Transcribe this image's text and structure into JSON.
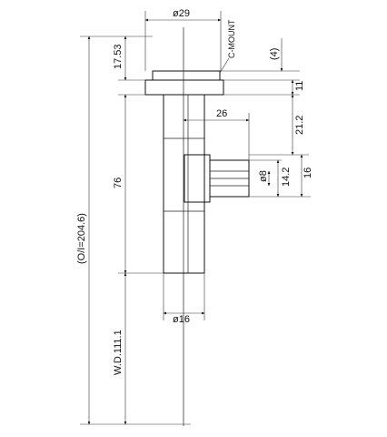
{
  "drawing": {
    "dimensions": {
      "flange_diameter": "ø29",
      "flange_thread_height": "17.53",
      "c_mount_note": "C-MOUNT",
      "c_mount_flange": "(4)",
      "flange_thickness": "11",
      "side_port_offset": "26",
      "side_port_height": "21.2",
      "side_port_diameter": "ø8",
      "side_port_inner": "14.2",
      "side_port_outer": "16",
      "body_length": "76",
      "overall_length": "(O/I=204.6)",
      "tube_diameter": "ø16",
      "working_distance": "W.D.111.1"
    }
  }
}
